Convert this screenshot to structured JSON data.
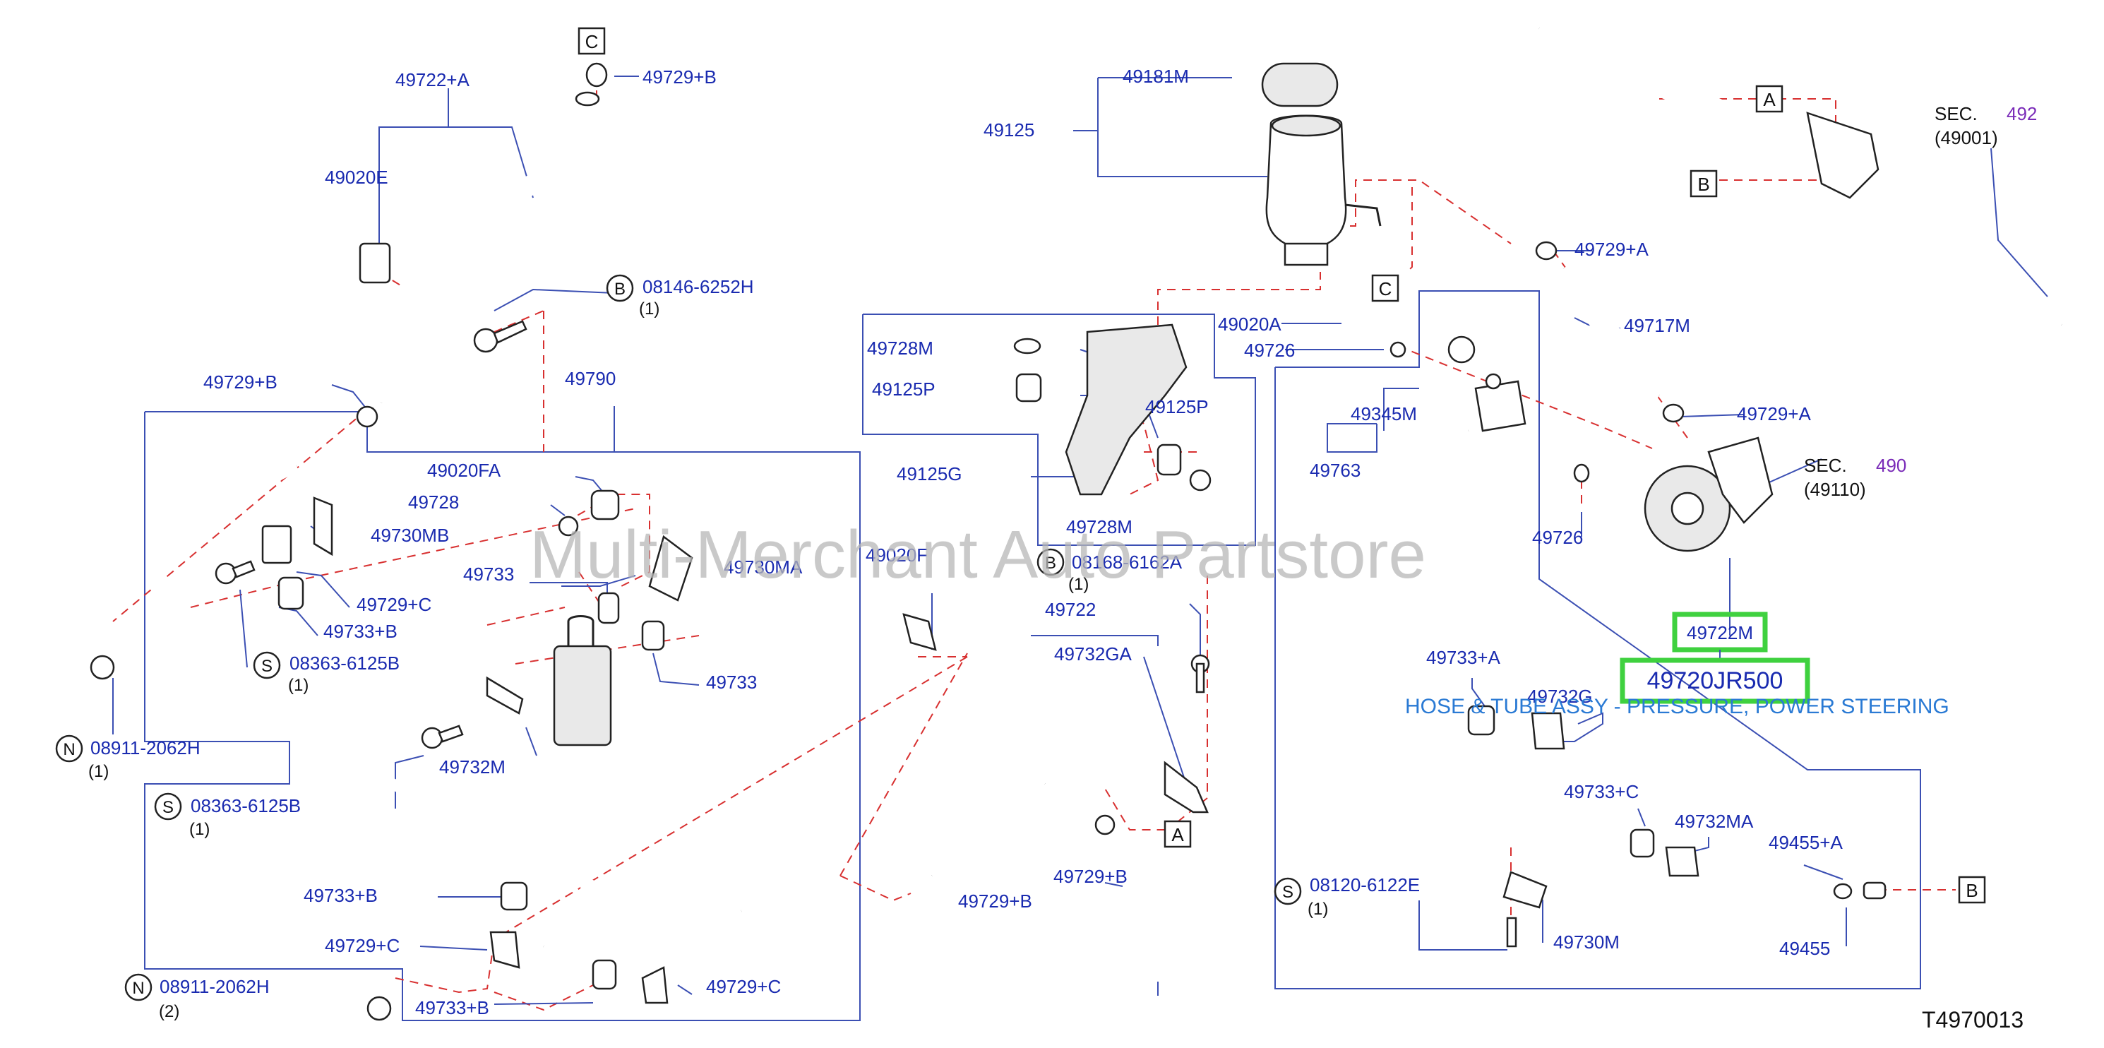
{
  "diagram_code": "T4970013",
  "watermark": "Multi-Merchant Auto Partstore",
  "highlight": {
    "part_number": "49720JR500",
    "ref": "49722M",
    "description": "HOSE & TUBE ASSY - PRESSURE, POWER STEERING",
    "highlight_color": "#3fd13f"
  },
  "letters": {
    "a": "A",
    "b": "B",
    "c": "C",
    "n": "N",
    "s": "S"
  },
  "sections": [
    {
      "prefix": "SEC.",
      "number": "492",
      "code": "(49001)"
    },
    {
      "prefix": "SEC.",
      "number": "490",
      "code": "(49110)"
    }
  ],
  "qty": {
    "one": "(1)",
    "two": "(2)"
  },
  "labels": {
    "l49722A": "49722+A",
    "l49729B_top": "49729+B",
    "l49020E": "49020E",
    "l08146": "08146-6252H",
    "l49729B_left": "49729+B",
    "l49790": "49790",
    "l49020FA": "49020FA",
    "l49728": "49728",
    "l49730MB": "49730MB",
    "l49733_a": "49733",
    "l49730MA": "49730MA",
    "l49729C_a": "49729+C",
    "l49733B_a": "49733+B",
    "l08363_a": "08363-6125B",
    "l49733_b": "49733",
    "l08911_a": "08911-2062H",
    "l49732M": "49732M",
    "l08363_b": "08363-6125B",
    "l49733B_b": "49733+B",
    "l49729C_b": "49729+C",
    "l08911_b": "08911-2062H",
    "l49733B_c": "49733+B",
    "l49729C_c": "49729+C",
    "l49181M": "49181M",
    "l49125": "49125",
    "l49020A": "49020A",
    "l49726_a": "49726",
    "l49728M_a": "49728M",
    "l49125P_a": "49125P",
    "l49125P_b": "49125P",
    "l49125G": "49125G",
    "l49728M_b": "49728M",
    "l49020F": "49020F",
    "l08168": "08168-6162A",
    "l49722": "49722",
    "l49732GA": "49732GA",
    "l49729B_mid": "49729+B",
    "l49729B_low": "49729+B",
    "l49729A_a": "49729+A",
    "l49717M": "49717M",
    "l49729A_b": "49729+A",
    "l49345M": "49345M",
    "l49763": "49763",
    "l49726_b": "49726",
    "l49733A": "49733+A",
    "l49732G": "49732G",
    "l49733C": "49733+C",
    "l49732MA": "49732MA",
    "l49455A": "49455+A",
    "l08120": "08120-6122E",
    "l49730M": "49730M",
    "l49455": "49455"
  }
}
